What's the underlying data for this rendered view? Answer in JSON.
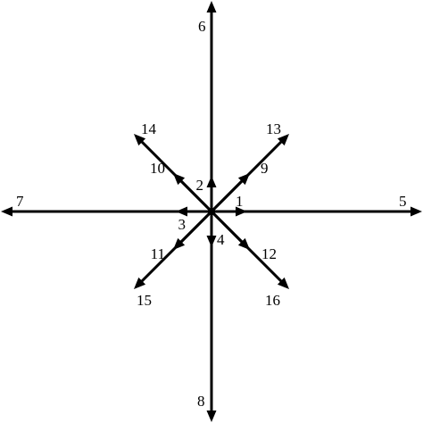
{
  "diagram": {
    "stroke_color": "#000000",
    "background_color": "#ffffff",
    "vectors": [
      {
        "id": "v1",
        "label": "1"
      },
      {
        "id": "v2",
        "label": "2"
      },
      {
        "id": "v3",
        "label": "3"
      },
      {
        "id": "v4",
        "label": "4"
      },
      {
        "id": "v5",
        "label": "5"
      },
      {
        "id": "v6",
        "label": "6"
      },
      {
        "id": "v7",
        "label": "7"
      },
      {
        "id": "v8",
        "label": "8"
      },
      {
        "id": "v9",
        "label": "9"
      },
      {
        "id": "v10",
        "label": "10"
      },
      {
        "id": "v11",
        "label": "11"
      },
      {
        "id": "v12",
        "label": "12"
      },
      {
        "id": "v13",
        "label": "13"
      },
      {
        "id": "v14",
        "label": "14"
      },
      {
        "id": "v15",
        "label": "15"
      },
      {
        "id": "v16",
        "label": "16"
      }
    ]
  }
}
